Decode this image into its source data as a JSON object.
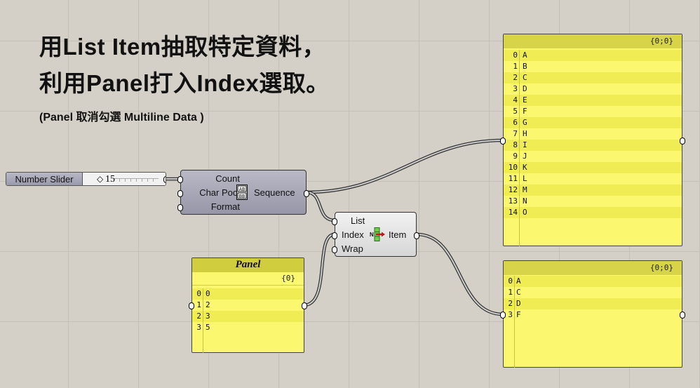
{
  "title": {
    "line1": "用List Item抽取特定資料，",
    "line2": "利用Panel打入Index選取。",
    "subtitle": "(Panel 取消勾選 Multiline Data )"
  },
  "number_slider": {
    "label": "Number Slider",
    "knob": "◇",
    "value": "15"
  },
  "series_component": {
    "inputs": [
      "Count",
      "Char Pool",
      "Format"
    ],
    "output": "Sequence"
  },
  "list_item_component": {
    "inputs": [
      "List",
      "Index",
      "Wrap"
    ],
    "output": "Item"
  },
  "input_panel": {
    "name": "Panel",
    "path": "{0}",
    "rows": [
      {
        "index": "0",
        "value": "0"
      },
      {
        "index": "1",
        "value": "2"
      },
      {
        "index": "2",
        "value": "3"
      },
      {
        "index": "3",
        "value": "5"
      }
    ]
  },
  "sequence_panel": {
    "path": "{0;0}",
    "rows": [
      {
        "index": "0",
        "value": "A"
      },
      {
        "index": "1",
        "value": "B"
      },
      {
        "index": "2",
        "value": "C"
      },
      {
        "index": "3",
        "value": "D"
      },
      {
        "index": "4",
        "value": "E"
      },
      {
        "index": "5",
        "value": "F"
      },
      {
        "index": "6",
        "value": "G"
      },
      {
        "index": "7",
        "value": "H"
      },
      {
        "index": "8",
        "value": "I"
      },
      {
        "index": "9",
        "value": "J"
      },
      {
        "index": "10",
        "value": "K"
      },
      {
        "index": "11",
        "value": "L"
      },
      {
        "index": "12",
        "value": "M"
      },
      {
        "index": "13",
        "value": "N"
      },
      {
        "index": "14",
        "value": "O"
      }
    ]
  },
  "result_panel": {
    "path": "{0;0}",
    "rows": [
      {
        "index": "0",
        "value": "A"
      },
      {
        "index": "1",
        "value": "C"
      },
      {
        "index": "2",
        "value": "D"
      },
      {
        "index": "3",
        "value": "F"
      }
    ]
  }
}
